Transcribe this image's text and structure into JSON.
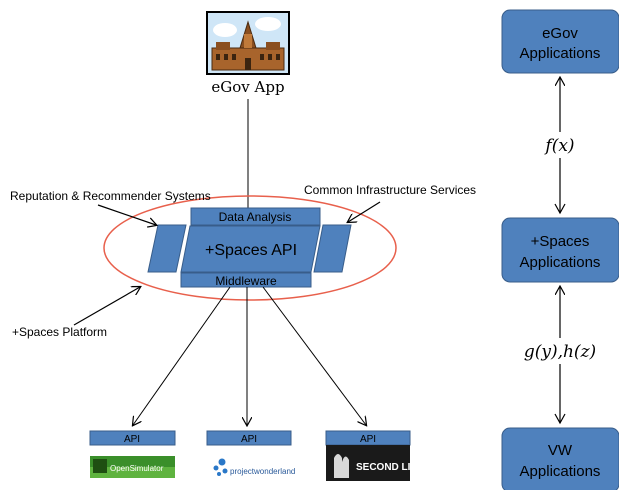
{
  "left": {
    "top_app_label": "eGov App",
    "annotations": {
      "reputation": "Reputation & Recommender Systems",
      "common": "Common Infrastructure Services",
      "platform": "+Spaces Platform"
    },
    "platform": {
      "data_analysis": "Data Analysis",
      "api": "+Spaces API",
      "middleware": "Middleware"
    },
    "bottom_apis": [
      {
        "label": "API",
        "logo_text": "OpenSimulator"
      },
      {
        "label": "API",
        "logo_text": "projectwonderland"
      },
      {
        "label": "API",
        "logo_text": "SECOND LIFE"
      }
    ]
  },
  "right": {
    "boxes": [
      {
        "line1": "eGov",
        "line2": "Applications"
      },
      {
        "line1": "+Spaces",
        "line2": "Applications"
      },
      {
        "line1": "VW",
        "line2": "Applications"
      }
    ],
    "edge_labels": {
      "upper": "f(x)",
      "lower": "g(y),h(z)"
    }
  },
  "colors": {
    "box_fill": "#4f81bd",
    "box_stroke": "#385d8a",
    "ellipse": "#e8604c"
  }
}
